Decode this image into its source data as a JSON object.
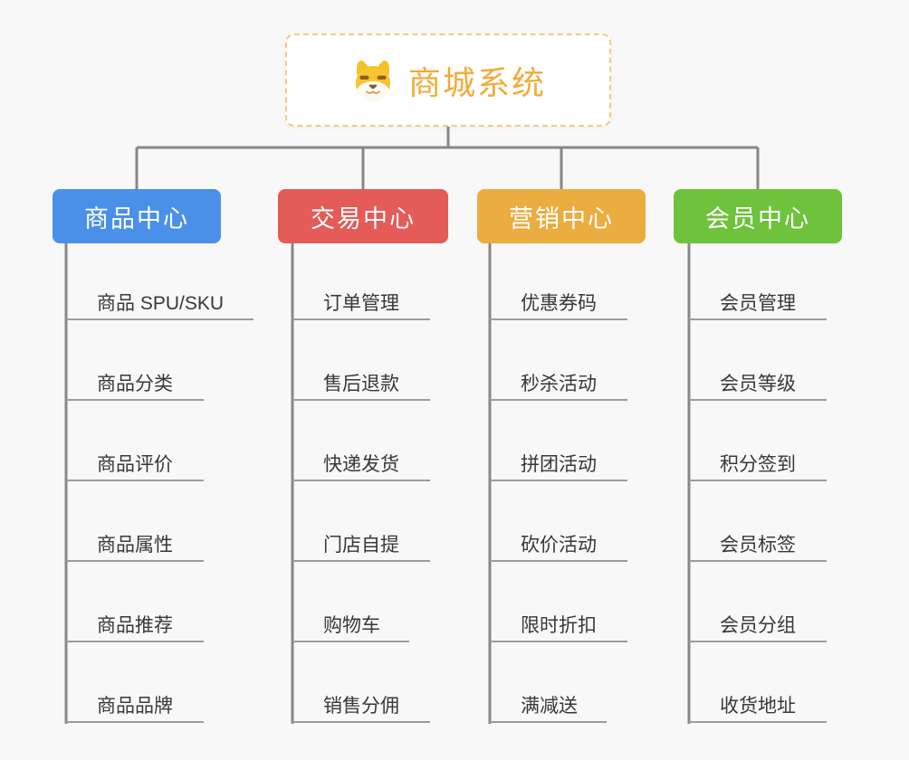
{
  "root": {
    "title": "商城系统",
    "icon": "doge-icon",
    "title_color": "#f0ac3c",
    "border_color": "#f6c885"
  },
  "colors": {
    "background": "#f8f8f8",
    "connector": "#878787",
    "leaf_underline": "#9c9c9c",
    "leaf_text": "#383838"
  },
  "branches": [
    {
      "label": "商品中心",
      "color": "#4a90e8",
      "children": [
        "商品 SPU/SKU",
        "商品分类",
        "商品评价",
        "商品属性",
        "商品推荐",
        "商品品牌"
      ]
    },
    {
      "label": "交易中心",
      "color": "#e45b57",
      "children": [
        "订单管理",
        "售后退款",
        "快递发货",
        "门店自提",
        "购物车",
        "销售分佣"
      ]
    },
    {
      "label": "营销中心",
      "color": "#ebac40",
      "children": [
        "优惠券码",
        "秒杀活动",
        "拼团活动",
        "砍价活动",
        "限时折扣",
        "满减送"
      ]
    },
    {
      "label": "会员中心",
      "color": "#6ec23c",
      "children": [
        "会员管理",
        "会员等级",
        "积分签到",
        "会员标签",
        "会员分组",
        "收货地址"
      ]
    }
  ]
}
